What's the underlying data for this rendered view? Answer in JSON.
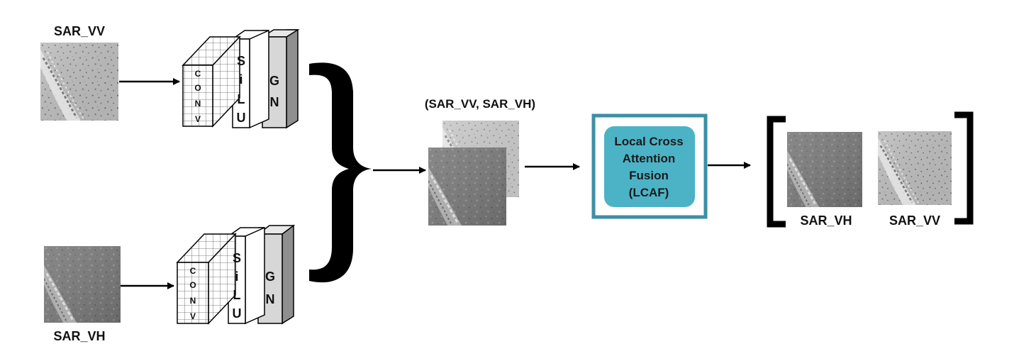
{
  "inputs": {
    "vv_label": "SAR_VV",
    "vh_label": "SAR_VH"
  },
  "block": {
    "conv_letters": [
      "C",
      "O",
      "N",
      "V"
    ],
    "silu_letters": [
      "S",
      "i",
      "L",
      "U"
    ],
    "gn_letters": [
      "G",
      "N"
    ]
  },
  "stack": {
    "label": "(SAR_VV, SAR_VH)"
  },
  "lcaf": {
    "lines": [
      "Local Cross",
      "Attention",
      "Fusion",
      "(LCAF)"
    ]
  },
  "outputs": {
    "vh_label": "SAR_VH",
    "vv_label": "SAR_VV"
  },
  "colors": {
    "lcaf_border": "#3d8fa6",
    "lcaf_fill": "#4cb3c6",
    "gn_fill": "#d7d7d7"
  }
}
